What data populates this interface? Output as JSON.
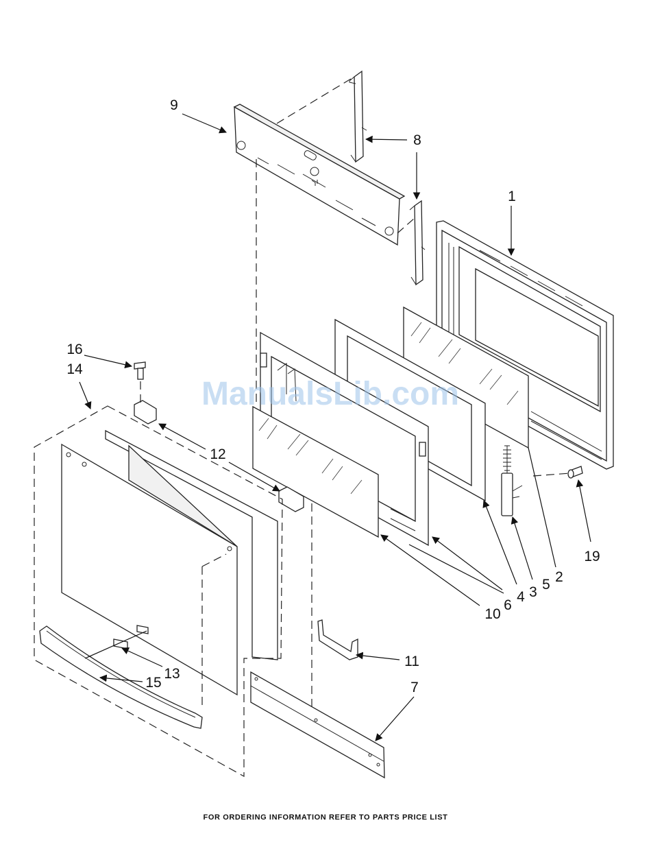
{
  "diagram": {
    "watermark": "ManualsLib.com",
    "footer_note": "FOR ORDERING INFORMATION REFER TO PARTS PRICE LIST",
    "callouts": [
      "1",
      "2",
      "3",
      "4",
      "5",
      "6",
      "7",
      "8",
      "9",
      "10",
      "11",
      "12",
      "13",
      "14",
      "15",
      "16",
      "19"
    ]
  }
}
